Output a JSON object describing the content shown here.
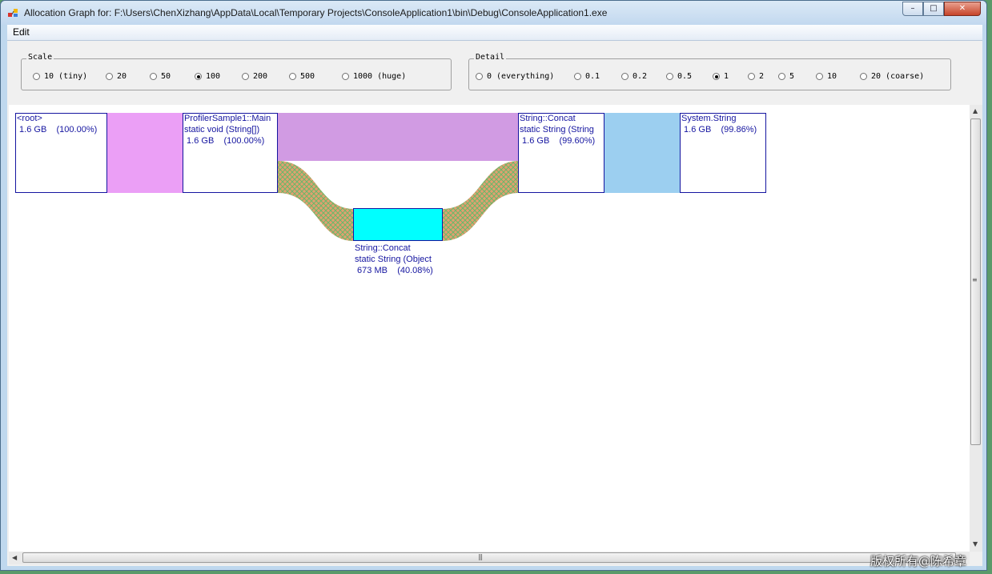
{
  "window": {
    "title": "Allocation Graph for: F:\\Users\\ChenXizhang\\AppData\\Local\\Temporary Projects\\ConsoleApplication1\\bin\\Debug\\ConsoleApplication1.exe",
    "min_glyph": "–",
    "max_glyph": "□",
    "close_glyph": "✕"
  },
  "menu": {
    "edit": "Edit"
  },
  "scale": {
    "label": "Scale",
    "options": [
      "10 (tiny)",
      "20",
      "50",
      "100",
      "200",
      "500",
      "1000 (huge)"
    ],
    "selected": "100"
  },
  "detail": {
    "label": "Detail",
    "options": [
      "0 (everything)",
      "0.1",
      "0.2",
      "0.5",
      "1",
      "2",
      "5",
      "10",
      "20 (coarse)"
    ],
    "selected": "1"
  },
  "graph": {
    "nodes": [
      {
        "line1": "<root>",
        "line2": "",
        "line3": " 1.6 GB    (100.00%)"
      },
      {
        "line1": "ProfilerSample1::Main",
        "line2": "static void (String[])",
        "line3": " 1.6 GB    (100.00%)"
      },
      {
        "line1": "String::Concat",
        "line2": "static String (String",
        "line3": " 1.6 GB    (99.60%)"
      },
      {
        "line1": "System.String",
        "line2": "",
        "line3": " 1.6 GB    (99.86%)"
      },
      {
        "line1": "String::Concat",
        "line2": "static String (Object",
        "line3": " 673 MB    (40.08%)"
      }
    ],
    "colors": {
      "edge_root_main": "#eb9ff6",
      "edge_main_concat": "#d19be3",
      "edge_concat_string": "#9ccff0",
      "node_concat_object_fill": "#00ffff",
      "crosshatch_base": "#e2a070",
      "crosshatch_line": "#6ab86a"
    }
  },
  "watermark": "版权所有@陈希章"
}
